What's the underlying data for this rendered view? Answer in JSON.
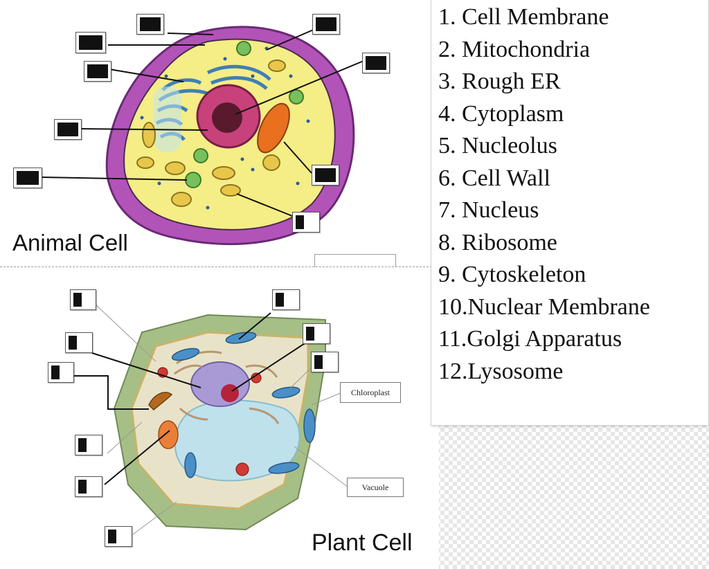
{
  "animal_cell": {
    "title": "Animal Cell"
  },
  "plant_cell": {
    "title": "Plant Cell",
    "tag_chloroplast": "Chloroplast",
    "tag_vacuole": "Vacuole"
  },
  "legend": {
    "items": [
      "1. Cell Membrane",
      "2. Mitochondria",
      "3. Rough ER",
      "4. Cytoplasm",
      "5. Nucleolus",
      "6. Cell Wall",
      "7. Nucleus",
      "8. Ribosome",
      "9. Cytoskeleton",
      "10.Nuclear Membrane",
      "11.Golgi Apparatus",
      "12.Lysosome"
    ]
  }
}
